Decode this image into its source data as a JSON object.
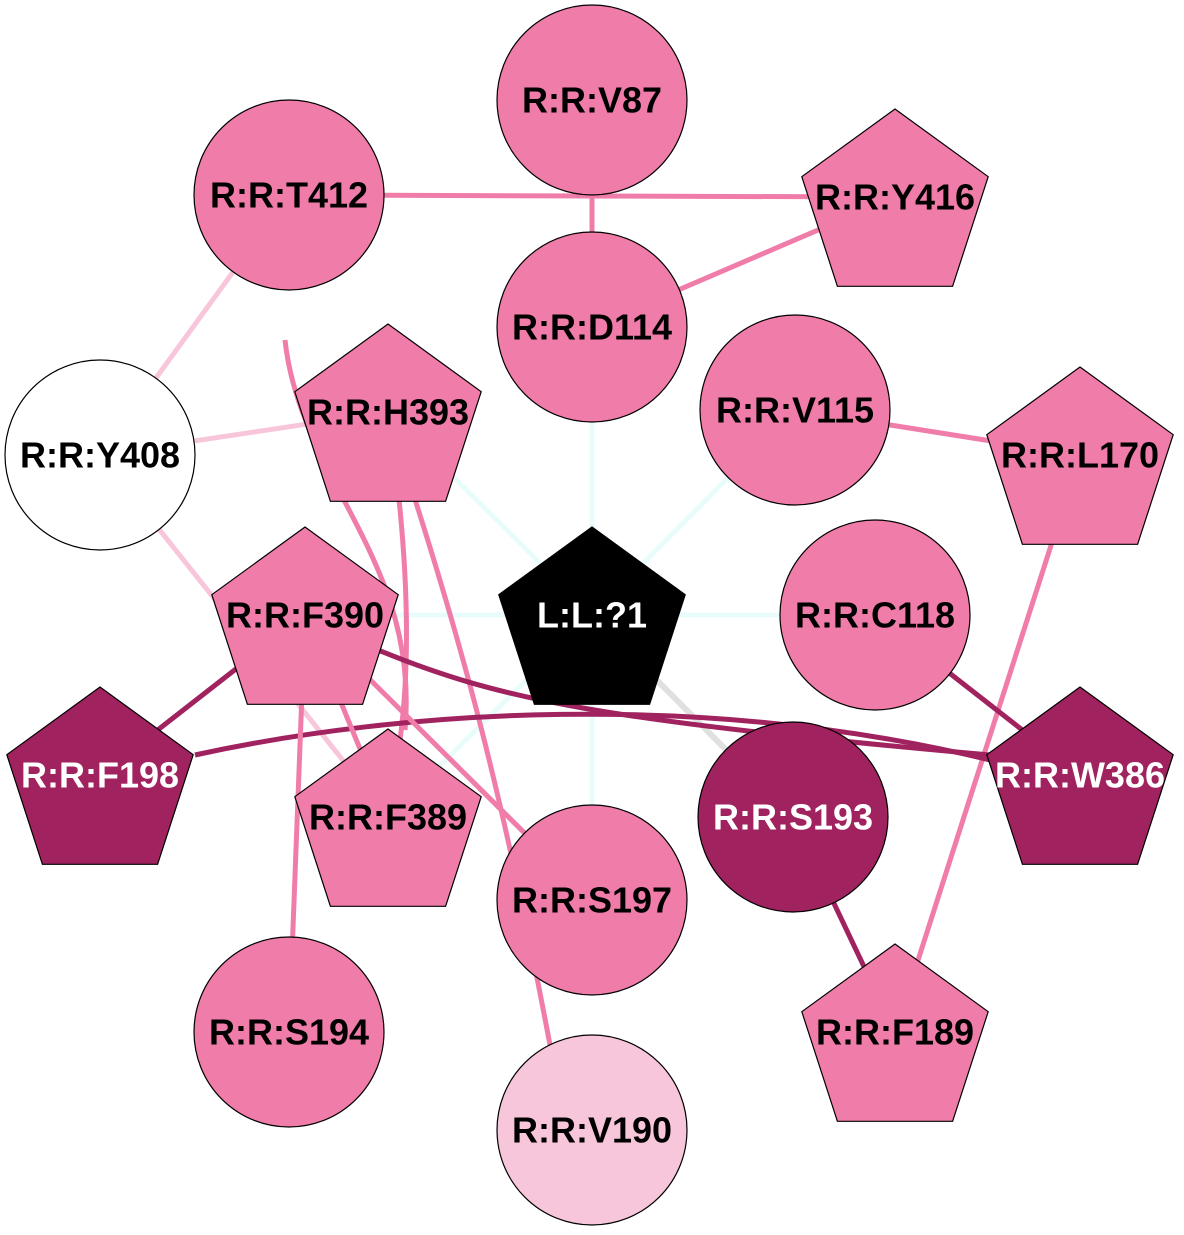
{
  "title": "Residue interaction network",
  "colors": {
    "medium": "#f07ca9",
    "dark": "#a0225e",
    "light": "#f8c6da",
    "white": "#ffffff",
    "ligand": "#000000",
    "ligand_edge": "#e8fcfc",
    "grey_edge": "#e0e0e0"
  },
  "nodes": [
    {
      "id": "V87",
      "label": "R:R:V87",
      "shape": "circle",
      "fill": "medium",
      "text": "black"
    },
    {
      "id": "T412",
      "label": "R:R:T412",
      "shape": "circle",
      "fill": "medium",
      "text": "black"
    },
    {
      "id": "Y416",
      "label": "R:R:Y416",
      "shape": "pentagon",
      "fill": "medium",
      "text": "black"
    },
    {
      "id": "D114",
      "label": "R:R:D114",
      "shape": "circle",
      "fill": "medium",
      "text": "black"
    },
    {
      "id": "Y408",
      "label": "R:R:Y408",
      "shape": "circle",
      "fill": "white",
      "text": "black"
    },
    {
      "id": "H393",
      "label": "R:R:H393",
      "shape": "pentagon",
      "fill": "medium",
      "text": "black"
    },
    {
      "id": "V115",
      "label": "R:R:V115",
      "shape": "circle",
      "fill": "medium",
      "text": "black"
    },
    {
      "id": "L170",
      "label": "R:R:L170",
      "shape": "pentagon",
      "fill": "medium",
      "text": "black"
    },
    {
      "id": "F390",
      "label": "R:R:F390",
      "shape": "pentagon",
      "fill": "medium",
      "text": "black"
    },
    {
      "id": "LIG",
      "label": "L:L:?1",
      "shape": "pentagon",
      "fill": "ligand",
      "text": "white"
    },
    {
      "id": "C118",
      "label": "R:R:C118",
      "shape": "circle",
      "fill": "medium",
      "text": "black"
    },
    {
      "id": "F198",
      "label": "R:R:F198",
      "shape": "pentagon",
      "fill": "dark",
      "text": "white"
    },
    {
      "id": "W386",
      "label": "R:R:W386",
      "shape": "pentagon",
      "fill": "dark",
      "text": "white"
    },
    {
      "id": "S193",
      "label": "R:R:S193",
      "shape": "circle",
      "fill": "dark",
      "text": "white"
    },
    {
      "id": "F389",
      "label": "R:R:F389",
      "shape": "pentagon",
      "fill": "medium",
      "text": "black"
    },
    {
      "id": "S197",
      "label": "R:R:S197",
      "shape": "circle",
      "fill": "medium",
      "text": "black"
    },
    {
      "id": "S194",
      "label": "R:R:S194",
      "shape": "circle",
      "fill": "medium",
      "text": "black"
    },
    {
      "id": "F189",
      "label": "R:R:F189",
      "shape": "pentagon",
      "fill": "medium",
      "text": "black"
    },
    {
      "id": "V190",
      "label": "R:R:V190",
      "shape": "circle",
      "fill": "light",
      "text": "black"
    }
  ],
  "edges": [
    {
      "source": "LIG",
      "target": "D114",
      "color": "ligand_edge"
    },
    {
      "source": "LIG",
      "target": "V115",
      "color": "ligand_edge"
    },
    {
      "source": "LIG",
      "target": "C118",
      "color": "ligand_edge"
    },
    {
      "source": "LIG",
      "target": "H393",
      "color": "ligand_edge"
    },
    {
      "source": "LIG",
      "target": "F390",
      "color": "ligand_edge"
    },
    {
      "source": "LIG",
      "target": "F389",
      "color": "ligand_edge"
    },
    {
      "source": "LIG",
      "target": "S197",
      "color": "ligand_edge"
    },
    {
      "source": "LIG",
      "target": "S193",
      "color": "grey_edge"
    },
    {
      "source": "T412",
      "target": "Y416",
      "color": "medium"
    },
    {
      "source": "V87",
      "target": "D114",
      "color": "medium"
    },
    {
      "source": "D114",
      "target": "Y416",
      "color": "medium"
    },
    {
      "source": "T412",
      "target": "Y408",
      "color": "light"
    },
    {
      "source": "Y408",
      "target": "H393",
      "color": "light"
    },
    {
      "source": "Y408",
      "target": "F389",
      "color": "light"
    },
    {
      "source": "T412",
      "target": "F389",
      "color": "medium"
    },
    {
      "source": "H393",
      "target": "F389",
      "color": "medium"
    },
    {
      "source": "H393",
      "target": "V190",
      "color": "medium"
    },
    {
      "source": "V115",
      "target": "L170",
      "color": "medium"
    },
    {
      "source": "L170",
      "target": "F189",
      "color": "medium"
    },
    {
      "source": "F390",
      "target": "F198",
      "color": "dark"
    },
    {
      "source": "F390",
      "target": "W386",
      "color": "dark"
    },
    {
      "source": "F198",
      "target": "W386",
      "color": "dark"
    },
    {
      "source": "F390",
      "target": "F389",
      "color": "medium"
    },
    {
      "source": "F390",
      "target": "S194",
      "color": "medium"
    },
    {
      "source": "F390",
      "target": "S197",
      "color": "medium"
    },
    {
      "source": "C118",
      "target": "W386",
      "color": "dark"
    },
    {
      "source": "S193",
      "target": "F189",
      "color": "dark"
    }
  ]
}
